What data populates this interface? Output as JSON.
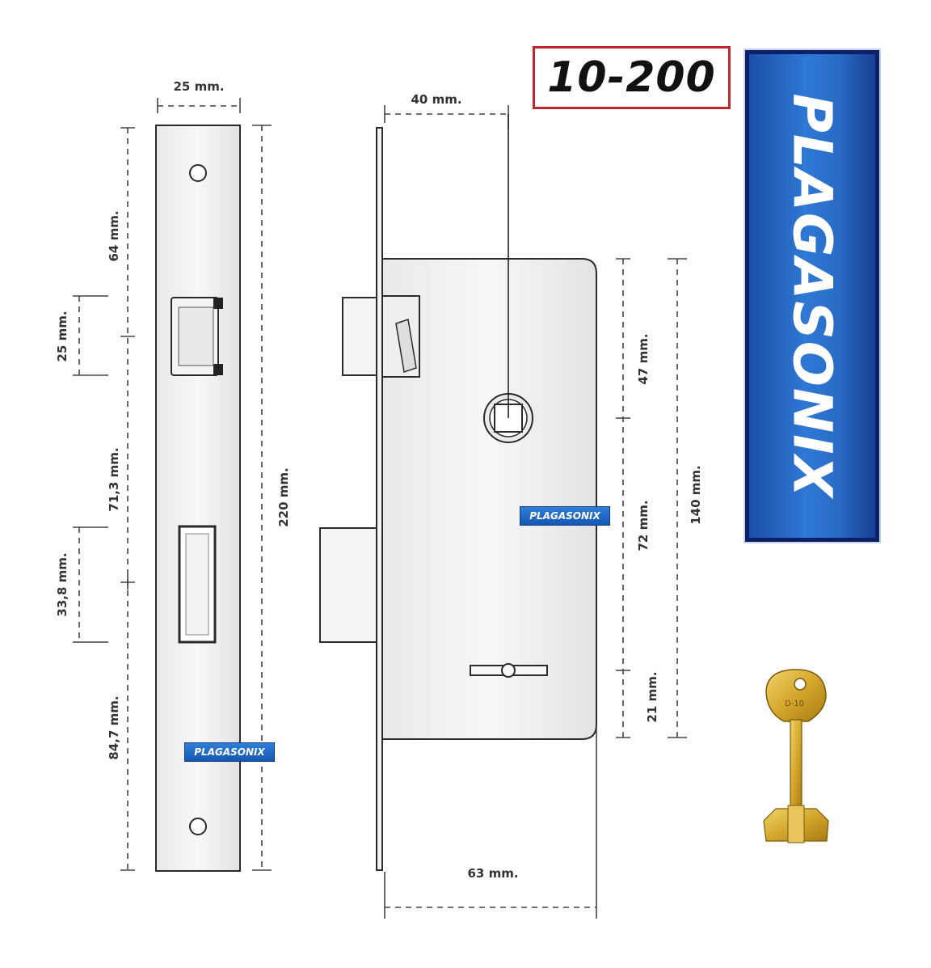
{
  "model_label": "10-200",
  "brand_banner": "PLAGASONIX",
  "watermarks": [
    "PLAGASONIX",
    "PLAGASONIX"
  ],
  "faceplate_dimensions": {
    "width": "25 mm.",
    "upper_to_latch": "64 mm.",
    "latch_height": "25 mm.",
    "latch_to_bolt": "71,3 mm.",
    "bolt_height": "33,8 mm.",
    "bolt_to_bottom": "84,7 mm.",
    "total_height": "220 mm."
  },
  "lock_body_dimensions": {
    "backset": "40 mm.",
    "top_to_spindle": "47 mm.",
    "spindle_to_keyhole": "72 mm.",
    "keyhole_to_bottom": "21 mm.",
    "body_height": "140 mm.",
    "body_depth": "63 mm."
  },
  "key_label": "D-10",
  "colors": {
    "banner_blue": "#2e78d4",
    "model_border": "#c0272d",
    "key_gold": "#d4a72c"
  }
}
